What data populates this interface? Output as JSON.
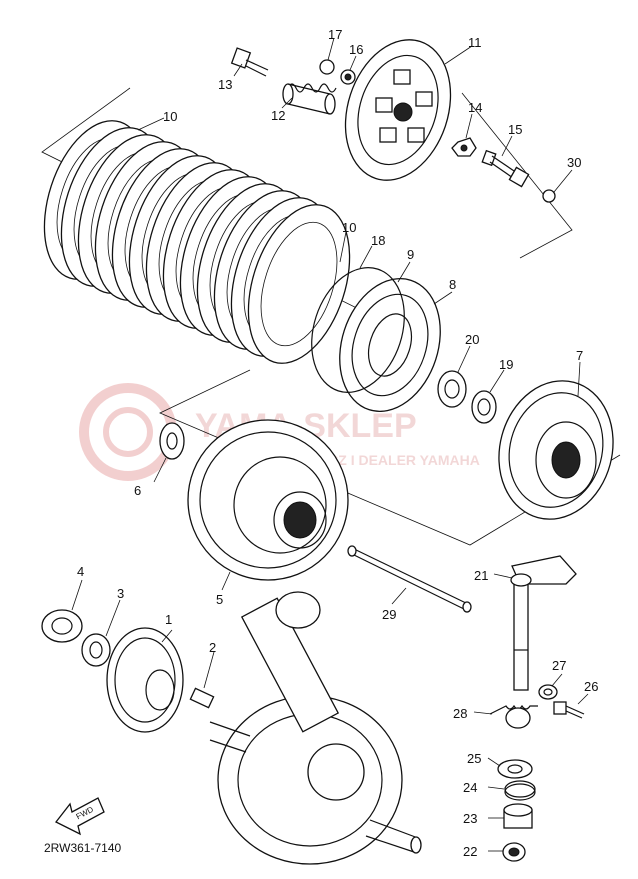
{
  "diagram": {
    "document_code": "2RW361-7140",
    "fwd_label": "FWD",
    "watermark": {
      "line1": "YAMA-SKLEP",
      "line2": "WE  ORYGINALNE CZ  I DEALER YAMAHA",
      "color": "#d65a5a"
    },
    "callouts": [
      "1",
      "2",
      "3",
      "4",
      "5",
      "6",
      "7",
      "8",
      "9",
      "10",
      "10",
      "11",
      "12",
      "13",
      "14",
      "15",
      "16",
      "17",
      "18",
      "19",
      "20",
      "21",
      "22",
      "23",
      "24",
      "25",
      "26",
      "27",
      "28",
      "29",
      "30"
    ]
  }
}
